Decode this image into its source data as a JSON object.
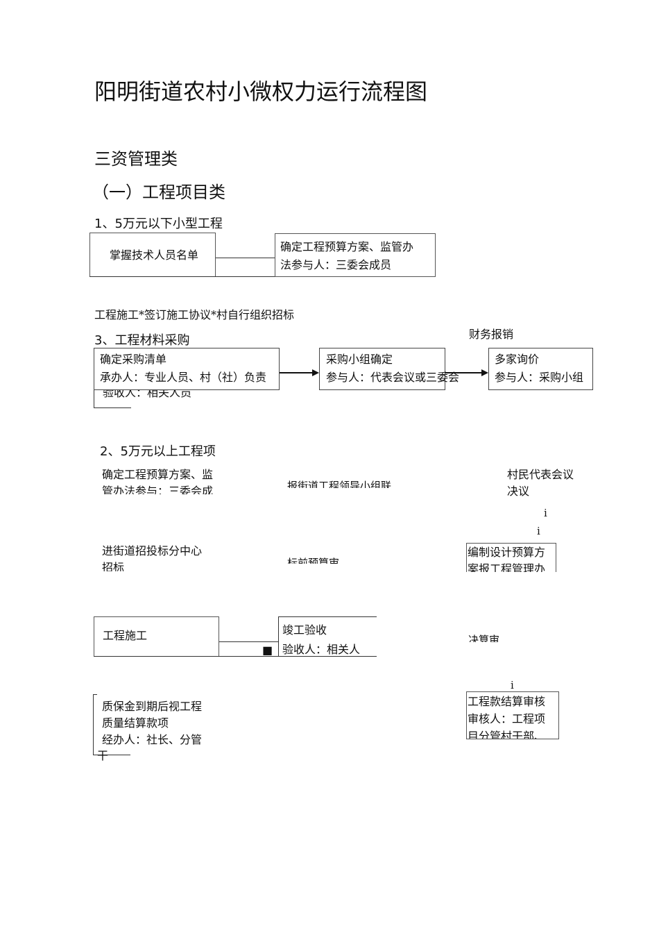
{
  "title": "阳明街道农村小微权力运行流程图",
  "category": "三资管理类",
  "subcategory": "（一）工程项目类",
  "section1": {
    "heading": "1、5万元以下小型工程",
    "box_a": "掌握技术人员名单",
    "box_b_line1": "确定工程预算方案、监管办",
    "box_b_line2": "法参与人：三委会成员",
    "steps_text": "工程施工*签订施工协议*村自行组织招标"
  },
  "section3": {
    "heading": "3、工程材料采购",
    "finance": "财务报销",
    "box1_line1": "确定采购清单",
    "box1_line2": "承办人：专业人员、村（社）负责",
    "box1_line3": "验收人：相关人员",
    "box2_line1": "采购小组确定",
    "box2_line2": "参与人：代表会议或三委会",
    "box3_line1": "多家询价",
    "box3_line2": "参与人：采购小组"
  },
  "section2": {
    "heading": "2、5万元以上工程项",
    "n1_line1": "确定工程预算方案、监",
    "n1_line2": "管办法参与：三委会成",
    "n2": "报街道工程领导小组联",
    "n3_line1": "村民代表会议",
    "n3_line2": "决议",
    "mark1": "i",
    "mark2": "i",
    "n4_line1": "进街道招投标分中心",
    "n4_line2": "招标",
    "n5": "标前预算审",
    "n6_line1": "编制设计预算方",
    "n6_line2": "案报工程管理办",
    "n7": "工程施工",
    "n8_line1": "竣工验收",
    "n8_line2": "验收人：相关人",
    "marker": "■",
    "n9": "决算审",
    "mark3": "i",
    "n10_line1": "质保金到期后视工程",
    "n10_line2": "质量结算款项",
    "n10_line3": "经办人：社长、分管",
    "n10_line4": "干",
    "n11_line1": "工程款结算审核",
    "n11_line2": "审核人：工程项",
    "n11_line3": "目分管村干部、"
  }
}
